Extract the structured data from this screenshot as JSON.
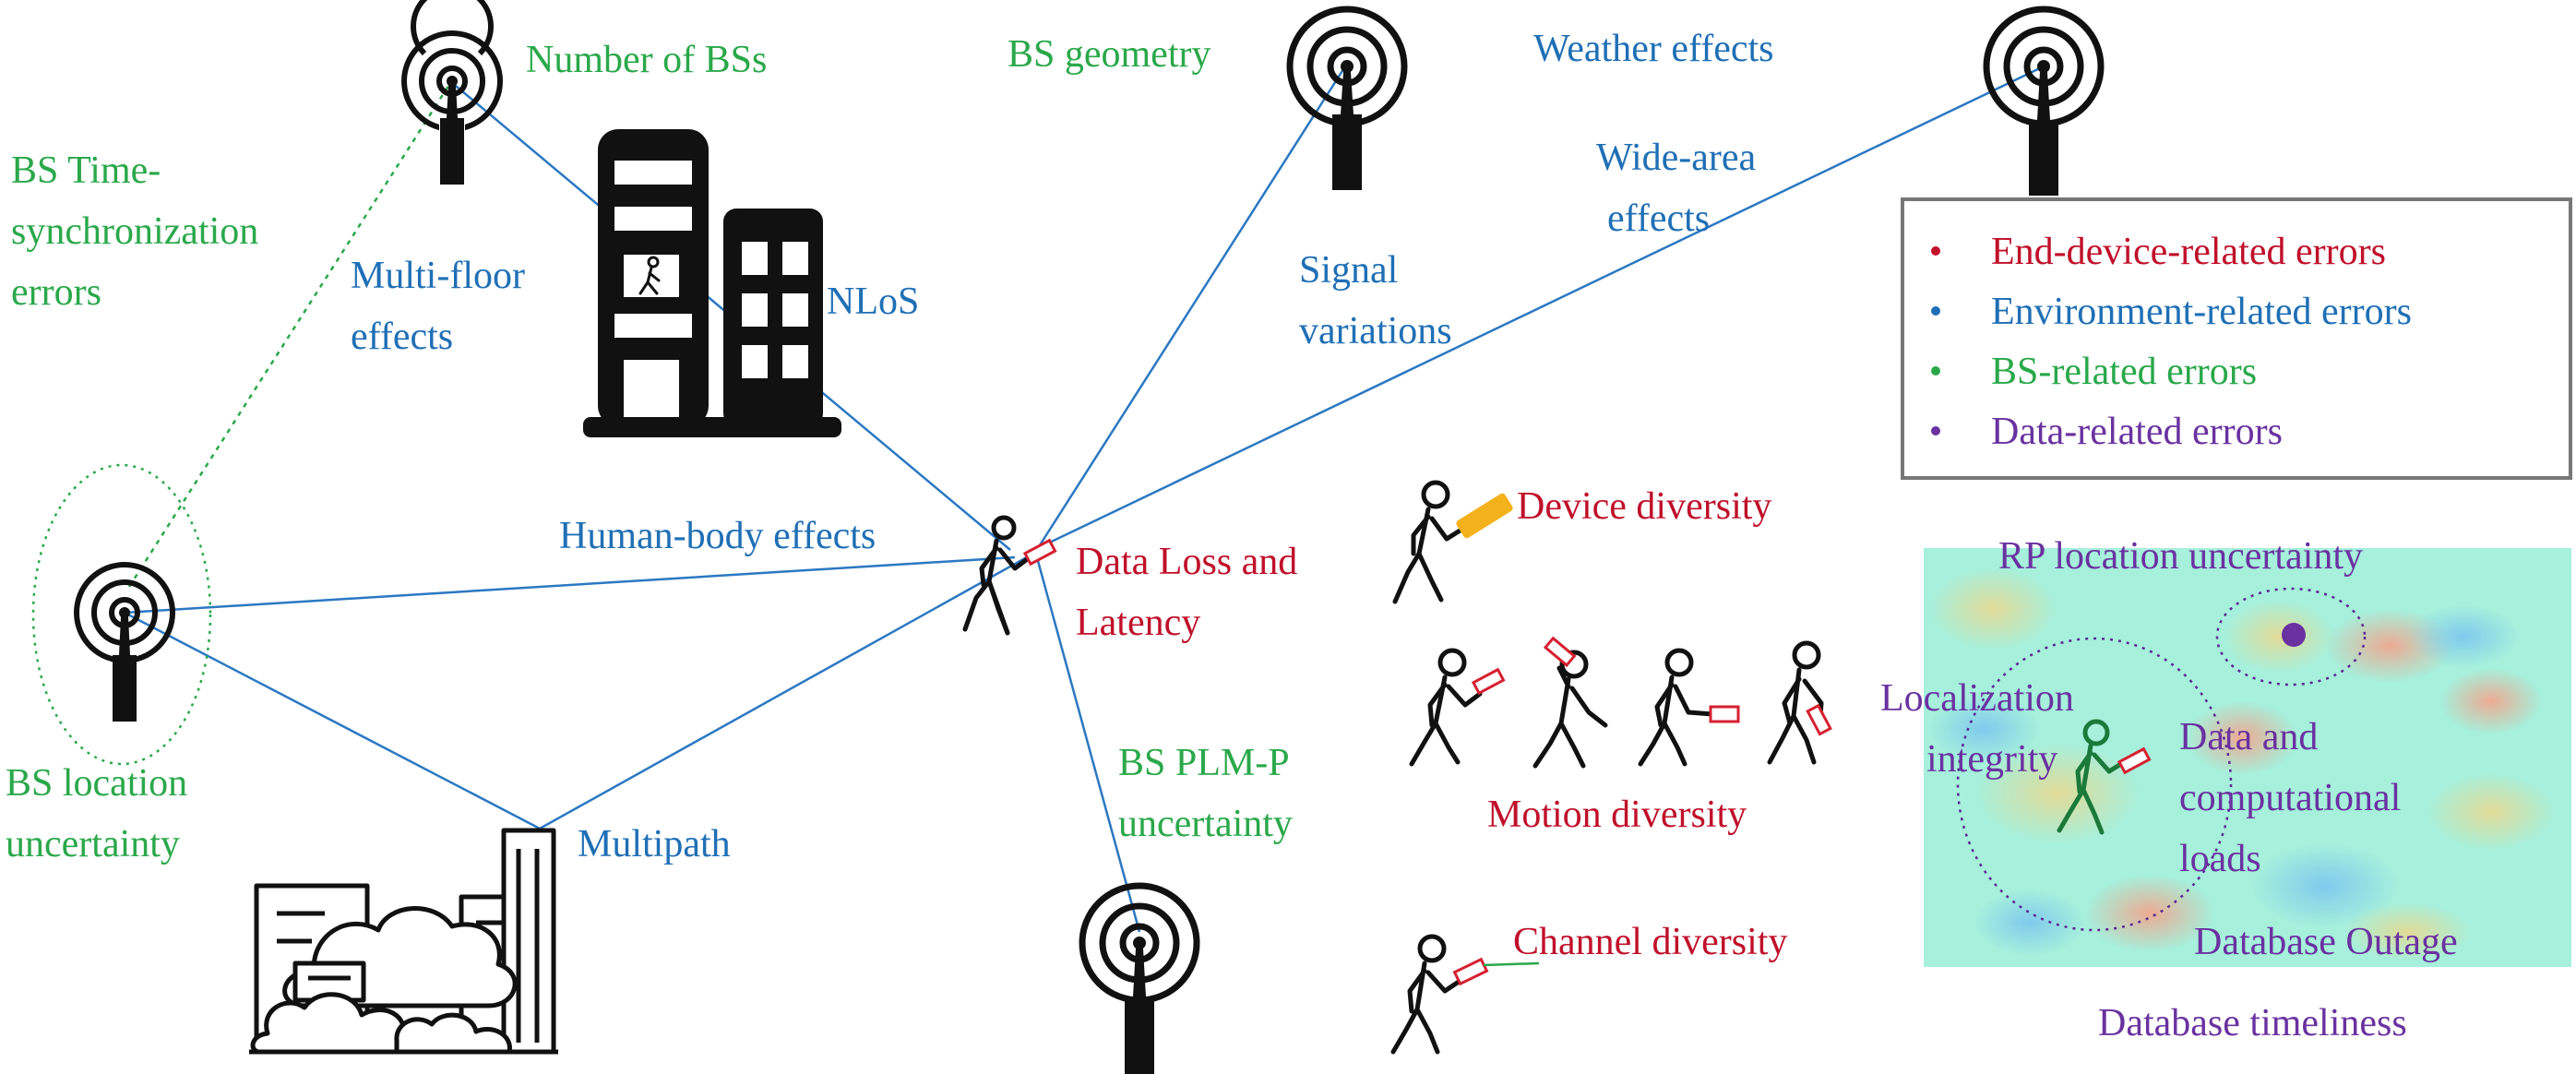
{
  "colors": {
    "device": "#c0102a",
    "environment": "#1f6fb5",
    "bs": "#2aa84a",
    "data": "#6a32a0",
    "line": "#2b78c2"
  },
  "legend": {
    "items": [
      {
        "label": "End-device-related errors",
        "color": "#c0102a"
      },
      {
        "label": "Environment-related errors",
        "color": "#1f6fb5"
      },
      {
        "label": "BS-related errors",
        "color": "#2aa84a"
      },
      {
        "label": "Data-related errors",
        "color": "#6a32a0"
      }
    ]
  },
  "bs_labels": {
    "number_of_bss": "Number of BSs",
    "time_sync_1": "BS Time-",
    "time_sync_2": "synchronization",
    "time_sync_3": "errors",
    "geometry": "BS geometry",
    "location_1": "BS location",
    "location_2": "uncertainty",
    "plm_1": "BS PLM-P",
    "plm_2": "uncertainty"
  },
  "env_labels": {
    "weather": "Weather effects",
    "wide_area_1": "Wide-area",
    "wide_area_2": "effects",
    "multi_floor_1": "Multi-floor",
    "multi_floor_2": "effects",
    "nlos": "NLoS",
    "signal_1": "Signal",
    "signal_2": "variations",
    "human_body": "Human-body effects",
    "multipath": "Multipath"
  },
  "device_labels": {
    "data_loss_1": "Data Loss and",
    "data_loss_2": "Latency",
    "device_diversity": "Device diversity",
    "motion_diversity": "Motion diversity",
    "channel_diversity": "Channel diversity"
  },
  "data_labels": {
    "rp_uncertainty": "RP location uncertainty",
    "integrity_1": "Localization",
    "integrity_2": "integrity",
    "loads_1": "Data and",
    "loads_2": "computational",
    "loads_3": "loads",
    "outage": "Database Outage",
    "timeliness": "Database timeliness"
  }
}
